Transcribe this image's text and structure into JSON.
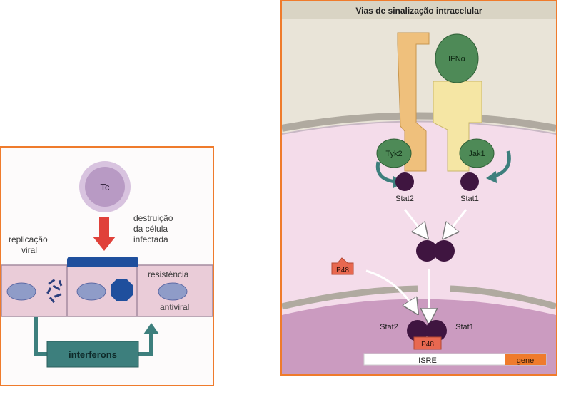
{
  "left_panel": {
    "tc_label": "Tc",
    "destruction_label": [
      "destruição",
      "da célula",
      "infectada"
    ],
    "replication_label": [
      "replicação",
      "viral"
    ],
    "resistance_label": "resistência",
    "antiviral_label": "antiviral",
    "interferons_label": "interferons"
  },
  "right_panel": {
    "title": "Vias de sinalização intracelular",
    "ifn_label": "IFNα",
    "tyk2_label": "Tyk2",
    "jak1_label": "Jak1",
    "stat2_label": "Stat2",
    "stat1_label": "Stat1",
    "p48_label": "P48",
    "stat2_nucleus_label": "Stat2",
    "stat1_nucleus_label": "Stat1",
    "p48_nucleus_label": "P48",
    "isre_label": "ISRE",
    "gene_label": "gene"
  },
  "colors": {
    "frame": "#ef7b2c",
    "green": "#4e8a57",
    "receptor_orange": "#efc07c",
    "receptor_yellow": "#f5e6a4",
    "stat_purple": "#3f1540",
    "p48_red": "#e86850",
    "cytoplasm": "#f4dcea",
    "nucleus": "#cb9bc0",
    "tc_purple": "#b89ac4",
    "red_arrow": "#e0413a",
    "blue": "#1f4f9d",
    "teal": "#3d7f7d"
  }
}
